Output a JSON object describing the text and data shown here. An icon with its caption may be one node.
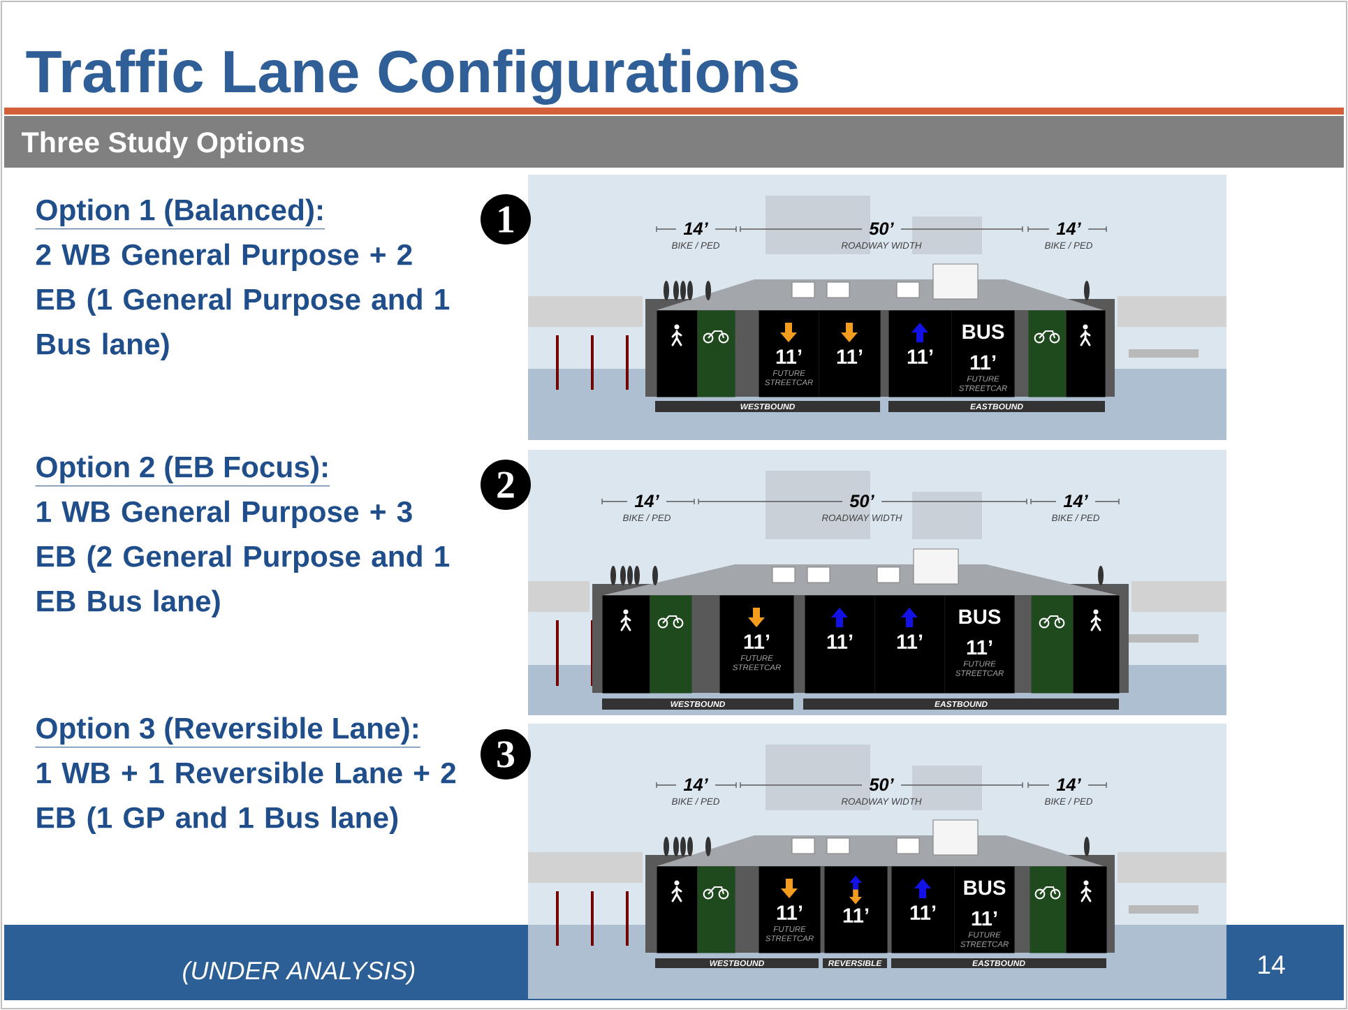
{
  "diagram": {
    "title": "Traffic Lane Configurations",
    "nodes": [
      {
        "text": [
          "1"
        ]
      },
      {
        "text": [],
        "shape": "box"
      },
      {
        "text": [],
        "shape": "box"
      },
      {
        "text": [
          "11’",
          "FUTURE STREETCAR"
        ]
      },
      {
        "text": [
          "11’"
        ]
      },
      {
        "text": [
          "11’"
        ]
      },
      {
        "text": [
          "BUS",
          "11’",
          "FUTURE STREETCAR"
        ]
      },
      {
        "text": [],
        "shape": "box"
      },
      {
        "text": [],
        "shape": "box"
      },
      {
        "text": [
          "WESTBOUND"
        ]
      },
      {
        "text": [
          "EASTBOUND"
        ]
      },
      {
        "text": [
          "2"
        ]
      },
      {
        "text": [],
        "shape": "box"
      },
      {
        "text": [],
        "shape": "box"
      },
      {
        "text": [
          "11’",
          "FUTURE STREETCAR"
        ]
      },
      {
        "text": [
          "11’"
        ]
      },
      {
        "text": [
          "11’"
        ]
      },
      {
        "text": [
          "BUS",
          "11’",
          "FUTURE STREETCAR"
        ]
      },
      {
        "text": [],
        "shape": "box"
      },
      {
        "text": [],
        "shape": "box"
      },
      {
        "text": [
          "WESTBOUND"
        ]
      },
      {
        "text": [
          "EASTBOUND"
        ]
      },
      {
        "text": [
          "3"
        ]
      },
      {
        "text": [],
        "shape": "box"
      },
      {
        "text": [],
        "shape": "box"
      },
      {
        "text": [
          "11’",
          "FUTURE STREETCAR"
        ]
      },
      {
        "text": [
          "11’"
        ]
      },
      {
        "text": [
          "11’"
        ]
      },
      {
        "text": [
          "BUS",
          "11’",
          "FUTURE STREETCAR"
        ]
      },
      {
        "text": [],
        "shape": "box"
      },
      {
        "text": [],
        "shape": "box"
      },
      {
        "text": [
          "WESTBOUND"
        ]
      },
      {
        "text": [
          "REVERSIBLE"
        ]
      },
      {
        "text": [
          "EASTBOUND"
        ]
      }
    ],
    "labels": [
      "Three Study Options",
      "Option 1 (Balanced):",
      "2 WB General Purpose + 2 EB (1 General Purpose and 1 Bus lane)",
      "14’",
      "BIKE / PED",
      "50’",
      "ROADWAY WIDTH",
      "14’",
      "BIKE / PED",
      "Option 2 (EB Focus):",
      "1 WB General Purpose + 3 EB (2 General Purpose and 1 EB Bus lane)",
      "14’",
      "BIKE / PED",
      "50’",
      "ROADWAY WIDTH",
      "14’",
      "BIKE / PED",
      "Option 3 (Reversible Lane):",
      "1 WB + 1 Reversible Lane + 2 EB (1 GP and 1 Bus lane)",
      "14’",
      "BIKE / PED",
      "50’",
      "ROADWAY WIDTH",
      "14’",
      "BIKE / PED",
      "(UNDER ANALYSIS)",
      "14"
    ]
  }
}
